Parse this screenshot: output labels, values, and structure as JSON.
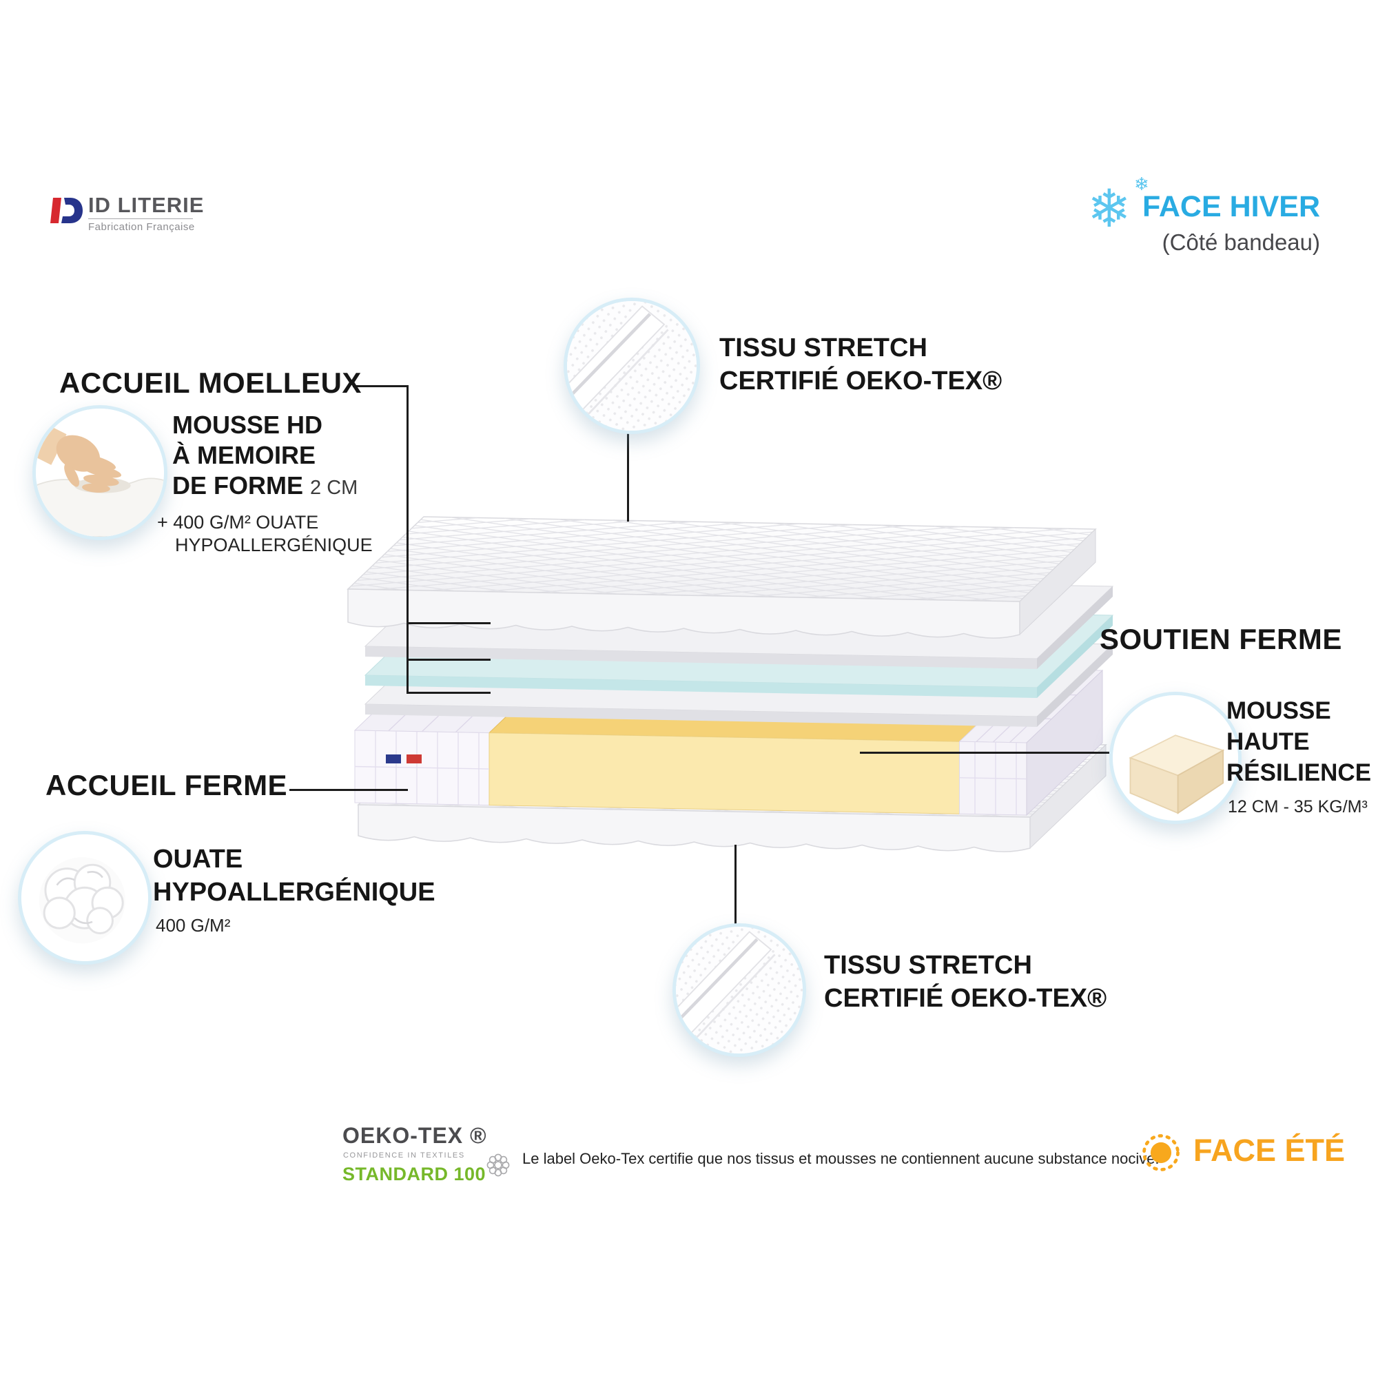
{
  "header": {
    "logo": {
      "brand": "ID LITERIE",
      "subtitle": "Fabrication Française"
    },
    "face_hiver": {
      "label": "FACE HIVER",
      "sublabel": "(Côté bandeau)"
    }
  },
  "callouts": {
    "accueil_moelleux": {
      "title": "ACCUEIL MOELLEUX",
      "lines": [
        "MOUSSE HD",
        "À MEMOIRE",
        "DE FORME"
      ],
      "size_note": "2 CM",
      "extra": [
        "+ 400 G/M² OUATE",
        "HYPOALLERGÉNIQUE"
      ]
    },
    "tissu_stretch_top": {
      "lines": [
        "TISSU STRETCH",
        "CERTIFIÉ OEKO-TEX®"
      ]
    },
    "soutien_ferme": {
      "title": "SOUTIEN FERME",
      "lines": [
        "MOUSSE",
        "HAUTE",
        "RÉSILIENCE"
      ],
      "spec": "12 CM - 35 KG/M³"
    },
    "accueil_ferme": {
      "title": "ACCUEIL FERME",
      "lines": [
        "OUATE",
        "HYPOALLERGÉNIQUE"
      ],
      "spec": "400 G/M²"
    },
    "tissu_stretch_bottom": {
      "lines": [
        "TISSU STRETCH",
        "CERTIFIÉ OEKO-TEX®"
      ]
    }
  },
  "footer": {
    "oeko": {
      "brand": "OEKO-TEX ®",
      "confidence": "CONFIDENCE IN TEXTILES",
      "standard": "STANDARD 100",
      "description": "Le label Oeko-Tex certifie que nos tissus et mousses ne contiennent aucune substance nocive."
    },
    "face_ete": {
      "label": "FACE ÉTÉ"
    }
  },
  "icons": {
    "snowflake": "snowflake-icon",
    "sun": "sun-icon",
    "oeko_flower": "oeko-flower-icon",
    "brand_logo": "brand-logo-icon"
  },
  "colors": {
    "winter_blue": "#29abe2",
    "summer_orange": "#f7a41f",
    "oeko_green": "#76b82a",
    "foam_yellow_top": "#f5d277",
    "foam_yellow_front": "#fbe9ae",
    "memory_foam_blue": "#d8eeef",
    "text_dark": "#161616"
  }
}
